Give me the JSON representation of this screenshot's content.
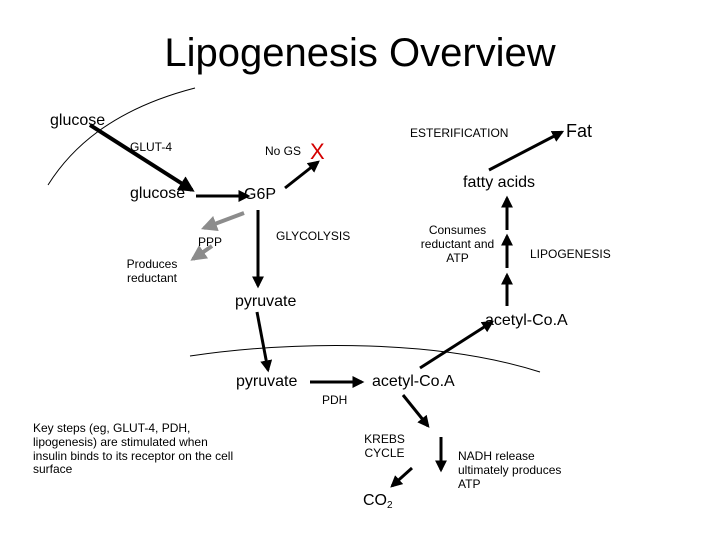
{
  "title": "Lipogenesis Overview",
  "labels": {
    "glucose_top": "glucose",
    "glut4": "GLUT-4",
    "no_gs": "No GS",
    "x_mark": "X",
    "esterification": "ESTERIFICATION",
    "fat": "Fat",
    "fatty_acids": "fatty acids",
    "glucose_inner": "glucose",
    "g6p": "G6P",
    "ppp": "PPP",
    "glycolysis": "GLYCOLYSIS",
    "consumes": "Consumes reductant and ATP",
    "lipogenesis": "LIPOGENESIS",
    "produces": "Produces reductant",
    "pyruvate_cyto": "pyruvate",
    "acetylcoa_cyto": "acetyl-Co.A",
    "pyruvate_mito": "pyruvate",
    "acetylcoa_mito": "acetyl-Co.A",
    "pdh": "PDH",
    "krebs": "KREBS CYCLE",
    "co2": "CO",
    "co2_sub": "2",
    "nadh": "NADH release ultimately produces ATP",
    "key_steps": "Key steps (eg, GLUT-4, PDH, lipogenesis) are stimulated when insulin binds to its receptor on the cell surface"
  },
  "colors": {
    "arrow": "#000000",
    "ppp_arrow": "#8c8c8c",
    "x_mark": "#d40000"
  }
}
